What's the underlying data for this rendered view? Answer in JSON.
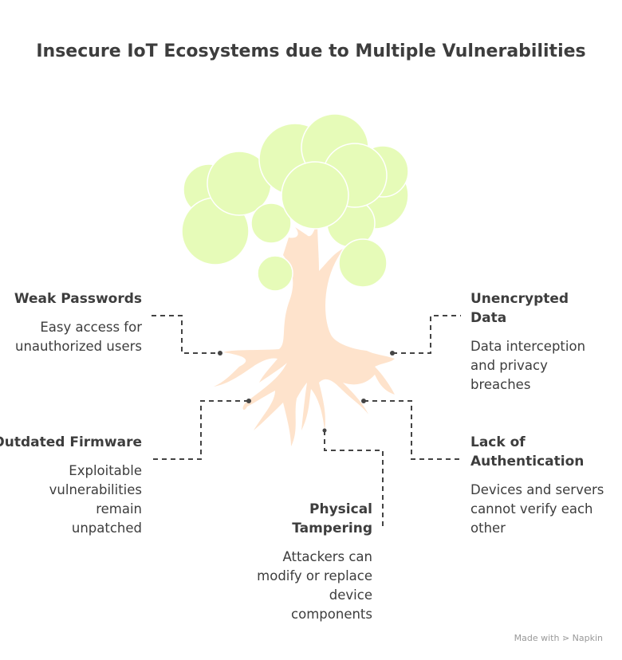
{
  "title": "Insecure IoT Ecosystems due to Multiple Vulnerabilities",
  "items": [
    {
      "heading": "Weak Passwords",
      "description": "Easy access for unauthorized users"
    },
    {
      "heading": "Unencrypted Data",
      "description": "Data interception and privacy breaches"
    },
    {
      "heading": "Outdated Firmware",
      "description": "Exploitable vulnerabilities remain unpatched"
    },
    {
      "heading": "Lack of Authentication",
      "description": "Devices and servers cannot verify each other"
    },
    {
      "heading": "Physical Tampering",
      "description": "Attackers can modify or replace device components"
    }
  ],
  "footer": "Made with ⋗ Napkin",
  "colors": {
    "foliage": "#e6fbb8",
    "trunk": "#fee3cc",
    "line": "#444444"
  }
}
